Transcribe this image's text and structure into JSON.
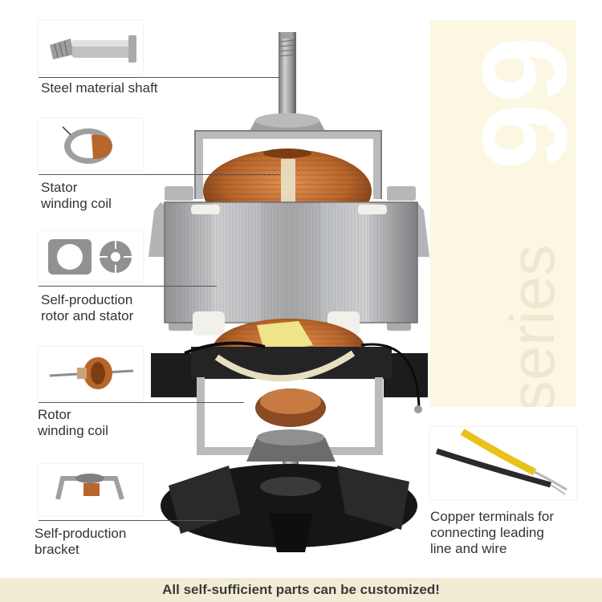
{
  "badge": {
    "number": "66",
    "word": "series"
  },
  "parts": [
    {
      "label": "Steel material shaft",
      "icon": "shaft-icon"
    },
    {
      "label": "Stator",
      "label2": "winding coil",
      "icon": "stator-coil-icon"
    },
    {
      "label": "Self-production",
      "label2": "rotor and stator",
      "icon": "rotor-stator-icon"
    },
    {
      "label": "Rotor",
      "label2": "winding coil",
      "icon": "rotor-coil-icon"
    },
    {
      "label": "Self-production",
      "label2": "bracket",
      "icon": "bracket-icon"
    },
    {
      "label": "Copper terminals for",
      "label2": "connecting leading",
      "label3": "line and wire",
      "icon": "wire-icon"
    }
  ],
  "footer": "All self-sufficient parts can be customized!",
  "colors": {
    "copper": "#b8652b",
    "steel": "#a7a9ab",
    "black": "#1c1c1c",
    "panel": "#fbf7e3",
    "footer": "#f3ecd5"
  }
}
